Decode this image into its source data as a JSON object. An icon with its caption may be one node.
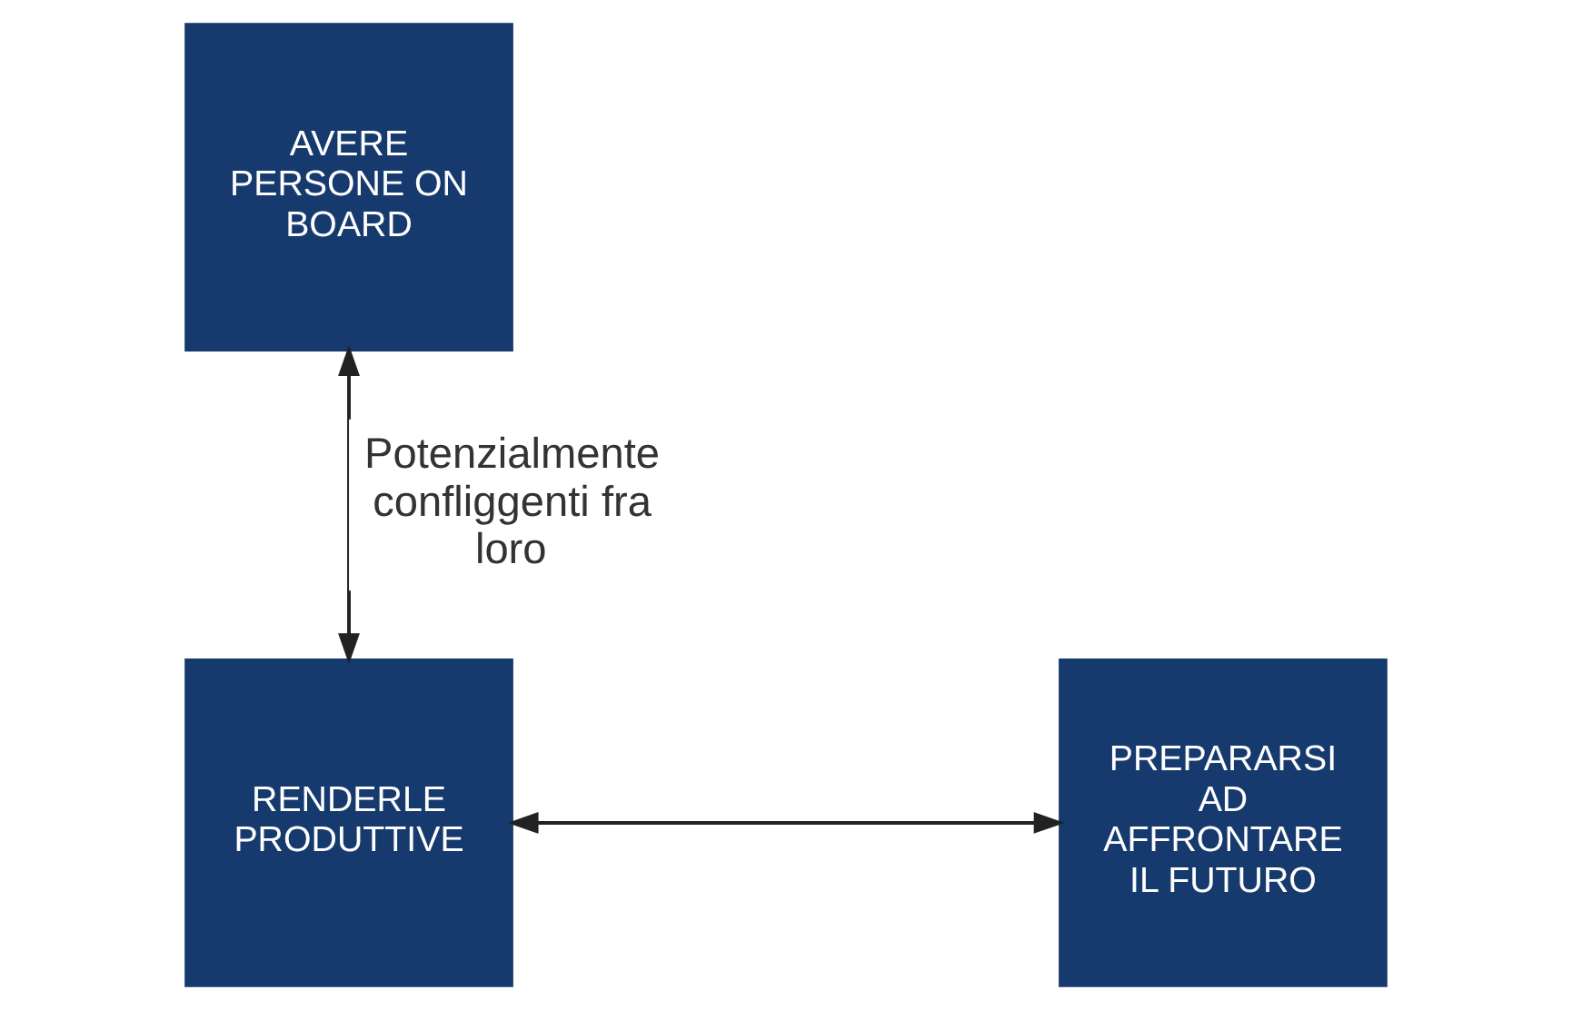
{
  "diagram": {
    "nodes": [
      {
        "text": [
          "AVERE PERSONE ON BOARD"
        ]
      },
      {
        "text": [
          "RENDERLE PRODUTTIVE"
        ]
      },
      {
        "text": [
          "PREPARARSI AD AFFRONTARE IL FUTURO"
        ]
      }
    ],
    "edges": [
      {
        "from": 1,
        "to": 0,
        "arrow": "both",
        "label": "Potenzialmente confliggenti fra loro"
      },
      {
        "from": 1,
        "to": 2,
        "arrow": "both"
      }
    ]
  }
}
